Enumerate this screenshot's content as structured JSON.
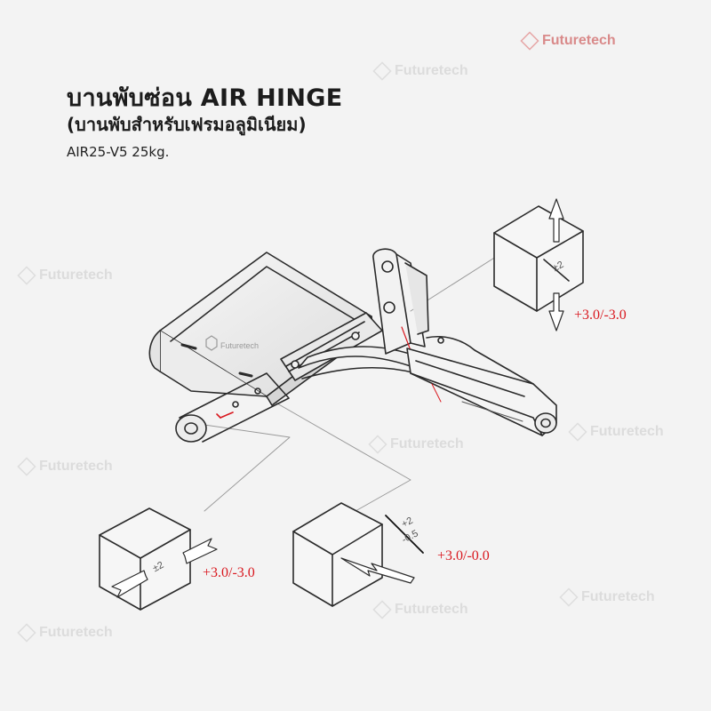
{
  "header": {
    "title": "บานพับซ่อน AIR HINGE",
    "subtitle": "(บานพับสำหรับเฟรมอลูมิเนียม)",
    "model": "AIR25-V5 25kg."
  },
  "watermark": {
    "brand": "Futuretech"
  },
  "adjustments": {
    "vertical": {
      "tolerance": "+3.0/-3.0",
      "dim_label": "±2"
    },
    "lateral": {
      "tolerance": "+3.0/-3.0",
      "dim_label": "±2"
    },
    "depth": {
      "tolerance": "+3.0/-0.0",
      "dim_plus": "+2",
      "dim_minus": "-0.5"
    }
  },
  "colors": {
    "tolerance_text": "#d9181f",
    "line_art": "#2b2b2b",
    "watermark": "#dcdcdc",
    "background": "#f3f3f3"
  }
}
